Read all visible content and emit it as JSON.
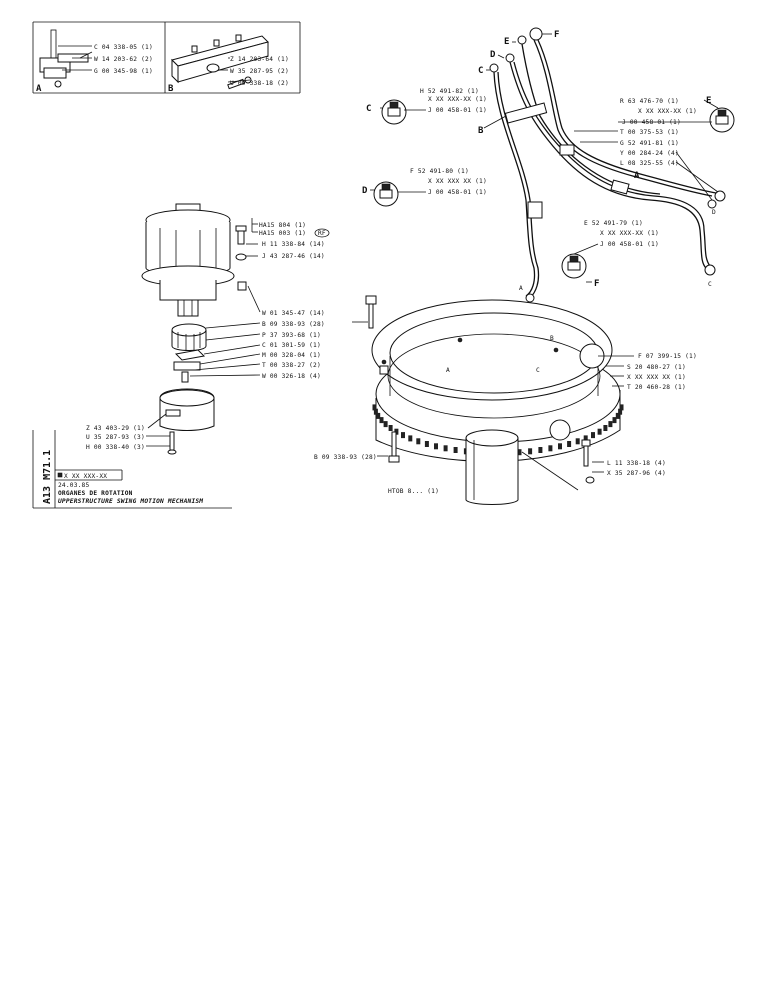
{
  "inset_a": {
    "label": "A",
    "parts": [
      "C 04 338-05 (1)",
      "W 14 203-62 (2)",
      "G 00 345-98 (1)"
    ]
  },
  "inset_b": {
    "label": "B",
    "parts": [
      "Z 14 203-64 (1)",
      "W 35 287-95 (2)",
      "U 09 338-18 (2)"
    ]
  },
  "pipes": {
    "callout_letters": [
      "C",
      "D",
      "E",
      "F",
      "E",
      "C",
      "D",
      "F",
      "A",
      "B"
    ],
    "pipe_end_letters": [
      "A",
      "C",
      "D"
    ],
    "block_h": [
      "H 52 491-82 (1)",
      "X XX XXX-XX (1)",
      "J 00 458-01 (1)"
    ],
    "block_f": [
      "F 52 491-80 (1)",
      "X XX XXX XX (1)",
      "J 00 458-01 (1)"
    ],
    "block_r": [
      "R 63 476-70 (1)",
      "X XX XXX-XX (1)",
      "J 00 458-01 (1)",
      "T 00 375-53 (1)",
      "G 52 491-81 (1)",
      "Y 00 284-24 (4)",
      "L 08 325-55 (4)"
    ],
    "block_e": [
      "E 52 491-79 (1)",
      "X XX XXX-XX (1)",
      "J 00 458-01 (1)"
    ]
  },
  "motor": {
    "parts": [
      "HA15 804 (1)",
      "HA15 003 (1)",
      "H 11 338-84 (14)",
      "J 43 287-46 (14)"
    ],
    "rf_badge": "RF"
  },
  "mechanism": {
    "parts": [
      "W 01 345-47 (14)",
      "B 09 338-93 (28)",
      "P 37 393-68 (1)",
      "C 01 301-59 (1)",
      "M 00 328-04 (1)",
      "T 00 338-27 (2)",
      "W 00 326-18 (4)"
    ],
    "guard_parts": [
      "Z 43 403-29 (1)",
      "U 35 287-93 (3)",
      "H 00 338-40 (3)"
    ]
  },
  "ring": {
    "right_parts": [
      "F 07 399-15 (1)",
      "S 20 480-27 (1)",
      "X XX XXX XX (1)",
      "T 20 460-28 (1)"
    ],
    "bottom_right_parts": [
      "L 11 338-18 (4)",
      "X 35 287-96 (4)"
    ],
    "bottom_left_part": "B 09 338-93 (28)",
    "center_part": "HTOB 8... (1)",
    "inner_letters": [
      "A",
      "C",
      "B"
    ]
  },
  "title_block": {
    "ref_code": "A13 M71.1",
    "part_number": "X XX XXX-XX",
    "date_code": "24.03.85",
    "title_fr": "ORGANES DE ROTATION",
    "title_en": "UPPERSTRUCTURE SWING MOTION MECHANISM"
  }
}
